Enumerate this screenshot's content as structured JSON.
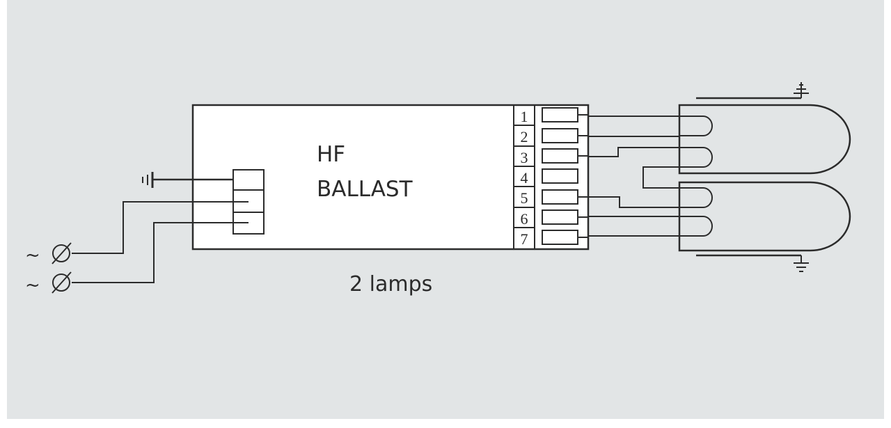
{
  "diagram": {
    "ballast_label_line1": "HF",
    "ballast_label_line2": "BALLAST",
    "caption": "2 lamps",
    "terminals": [
      "1",
      "2",
      "3",
      "4",
      "5",
      "6",
      "7"
    ],
    "mains_symbol": "~",
    "fuse_symbol": "∅"
  },
  "colors": {
    "background": "#e2e5e6",
    "line": "#2b2b2b",
    "box_fill": "#ffffff"
  }
}
